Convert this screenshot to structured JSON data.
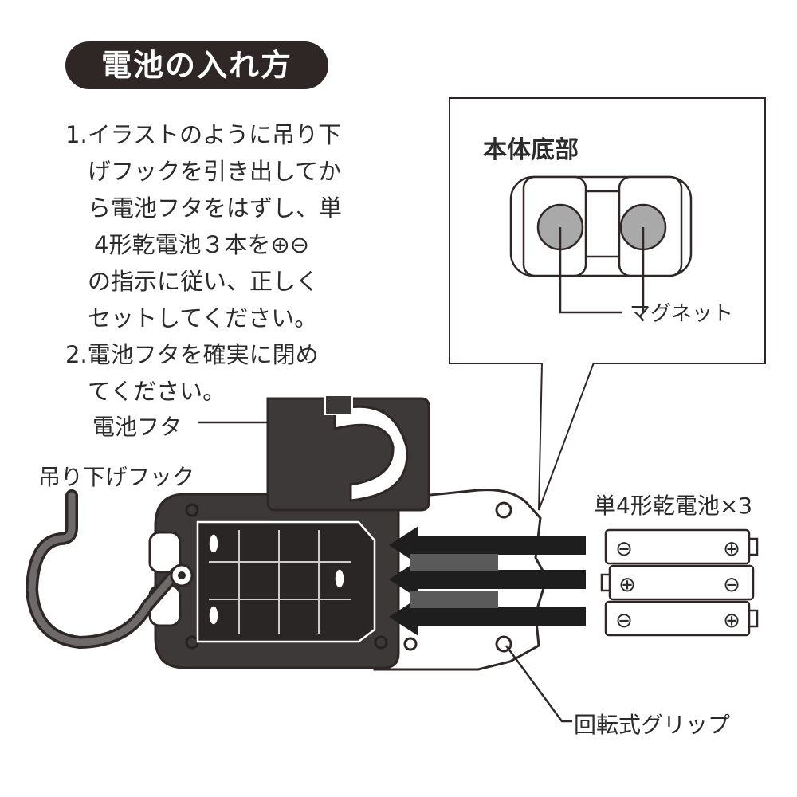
{
  "title": "電池の入れ方",
  "instructions": [
    {
      "lines": [
        "1.イラストのように吊り下",
        "げフックを引き出してか",
        "ら電池フタをはずし、単",
        "4形乾電池３本を⊕⊖",
        "の指示に従い、正しく",
        "セットしてください。"
      ]
    },
    {
      "lines": [
        "2.電池フタを確実に閉め",
        "てください。"
      ]
    }
  ],
  "callout": {
    "title": "本体底部",
    "magnet_label": "マグネット"
  },
  "labels": {
    "battery_cover": "電池フタ",
    "hook": "吊り下げフック",
    "batteries": "単4形乾電池×3",
    "grip": "回転式グリップ"
  },
  "battery_symbols": {
    "minus": "⊖",
    "plus": "⊕"
  },
  "colors": {
    "dark": "#2e2726",
    "body_fill": "#3d3938",
    "magnet_fill": "#a9a9a9",
    "compartment_bar": "#5a5a5a"
  }
}
